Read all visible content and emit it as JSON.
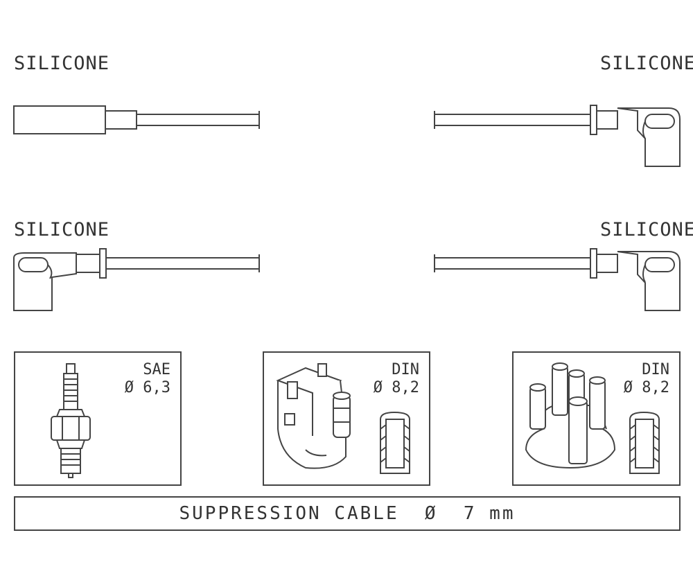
{
  "leads": {
    "top_left_label": "SILICONE",
    "top_right_label": "SILICONE",
    "mid_left_label": "SILICONE",
    "mid_right_label": "SILICONE"
  },
  "terminals": {
    "sae": {
      "standard": "SAE",
      "diameter": "Ø 6,3"
    },
    "din_coil": {
      "standard": "DIN",
      "diameter": "Ø 8,2"
    },
    "din_distributor": {
      "standard": "DIN",
      "diameter": "Ø 8,2"
    }
  },
  "cable": {
    "text": "SUPPRESSION CABLE  Ø  7 mm"
  },
  "colors": {
    "line": "#444444",
    "text": "#333333"
  }
}
